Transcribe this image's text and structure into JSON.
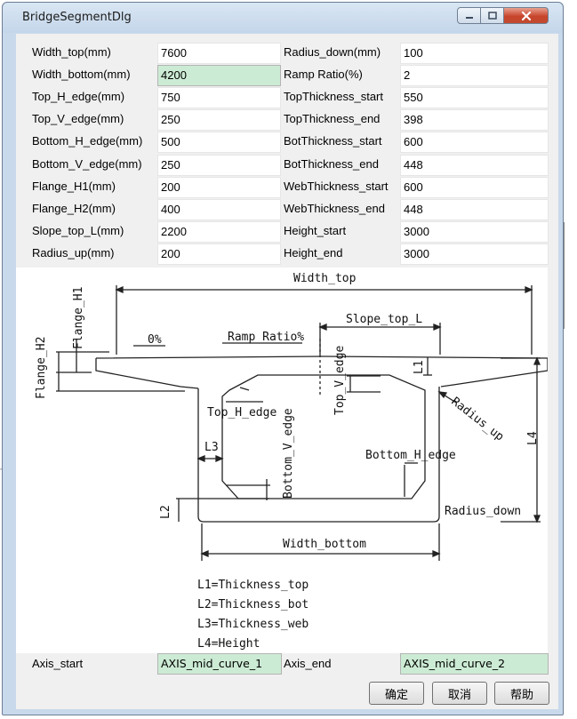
{
  "window": {
    "title": "BridgeSegmentDlg"
  },
  "fields_left": [
    {
      "label": "Width_top(mm)",
      "value": "7600"
    },
    {
      "label": "Width_bottom(mm)",
      "value": "4200"
    },
    {
      "label": "Top_H_edge(mm)",
      "value": "750"
    },
    {
      "label": "Top_V_edge(mm)",
      "value": "250"
    },
    {
      "label": "Bottom_H_edge(mm)",
      "value": "500"
    },
    {
      "label": "Bottom_V_edge(mm)",
      "value": "250"
    },
    {
      "label": "Flange_H1(mm)",
      "value": "200"
    },
    {
      "label": "Flange_H2(mm)",
      "value": "400"
    },
    {
      "label": "Slope_top_L(mm)",
      "value": "2200"
    },
    {
      "label": "Radius_up(mm)",
      "value": "200"
    }
  ],
  "fields_right": [
    {
      "label": "Radius_down(mm)",
      "value": "100"
    },
    {
      "label": "Ramp Ratio(%)",
      "value": "2"
    },
    {
      "label": "TopThickness_start",
      "value": "550"
    },
    {
      "label": "TopThickness_end",
      "value": "398"
    },
    {
      "label": "BotThickness_start",
      "value": "600"
    },
    {
      "label": "BotThickness_end",
      "value": "448"
    },
    {
      "label": "WebThickness_start",
      "value": "600"
    },
    {
      "label": "WebThickness_end",
      "value": "448"
    },
    {
      "label": "Height_start",
      "value": "3000"
    },
    {
      "label": "Height_end",
      "value": "3000"
    }
  ],
  "diagram": {
    "width_top": "Width_top",
    "slope_top_l": "Slope_top_L",
    "flange_h1": "Flange_H1",
    "flange_h2": "Flange_H2",
    "zero_pct": "0%",
    "ramp_ratio": "Ramp Ratio%",
    "l1": "L1",
    "top_v_edge": "Top_V_edge",
    "top_h_edge": "Top_H_edge",
    "radius_up": "Radius_up",
    "l4": "L4",
    "l3": "L3",
    "bottom_v_edge": "Bottom_V_edge",
    "bottom_h_edge": "Bottom_H_edge",
    "l2": "L2",
    "radius_down": "Radius_down",
    "width_bottom": "Width_bottom",
    "legend": [
      "L1=Thickness_top",
      "L2=Thickness_bot",
      "L3=Thickness_web",
      "L4=Height"
    ]
  },
  "axis": {
    "start_label": "Axis_start",
    "start_value": "AXIS_mid_curve_1",
    "end_label": "Axis_end",
    "end_value": "AXIS_mid_curve_2"
  },
  "buttons": {
    "ok": "确定",
    "cancel": "取消",
    "help": "帮助"
  }
}
